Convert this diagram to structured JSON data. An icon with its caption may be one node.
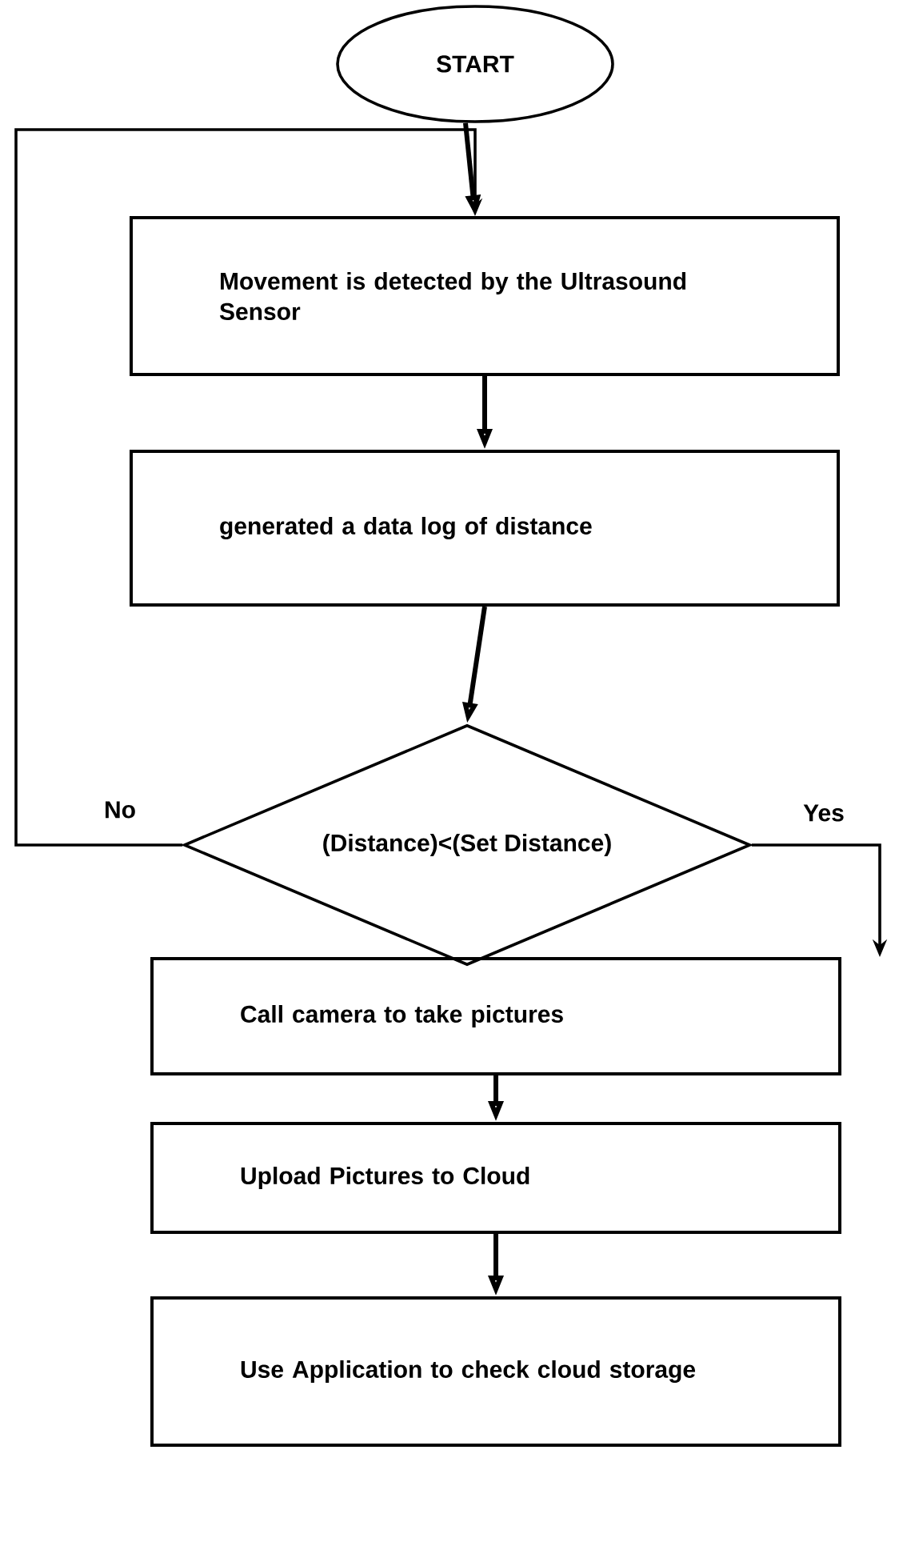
{
  "diagram": {
    "nodes": [
      {
        "text": [
          "START"
        ]
      },
      {
        "text": [
          "Movement is detected by the Ultrasound Sensor"
        ]
      },
      {
        "text": [
          "generated a data log of distance"
        ]
      },
      {
        "text": [
          "(Distance)<(Set Distance)"
        ]
      },
      {
        "text": [
          "Call camera to take pictures"
        ]
      },
      {
        "text": [
          "Upload Pictures to Cloud"
        ]
      },
      {
        "text": [
          "Use Application to check cloud storage"
        ]
      }
    ],
    "edges": [
      {
        "from": 0,
        "to": 1,
        "arrow": "to"
      },
      {
        "from": 1,
        "to": 2,
        "arrow": "to"
      },
      {
        "from": 2,
        "to": 3,
        "arrow": "to"
      },
      {
        "from": 3,
        "to": 1,
        "arrow": "to",
        "label": "No"
      },
      {
        "from": 3,
        "to": 4,
        "arrow": "to",
        "label": "Yes"
      },
      {
        "from": 4,
        "to": 5,
        "arrow": "to"
      },
      {
        "from": 5,
        "to": 6,
        "arrow": "to"
      }
    ]
  }
}
